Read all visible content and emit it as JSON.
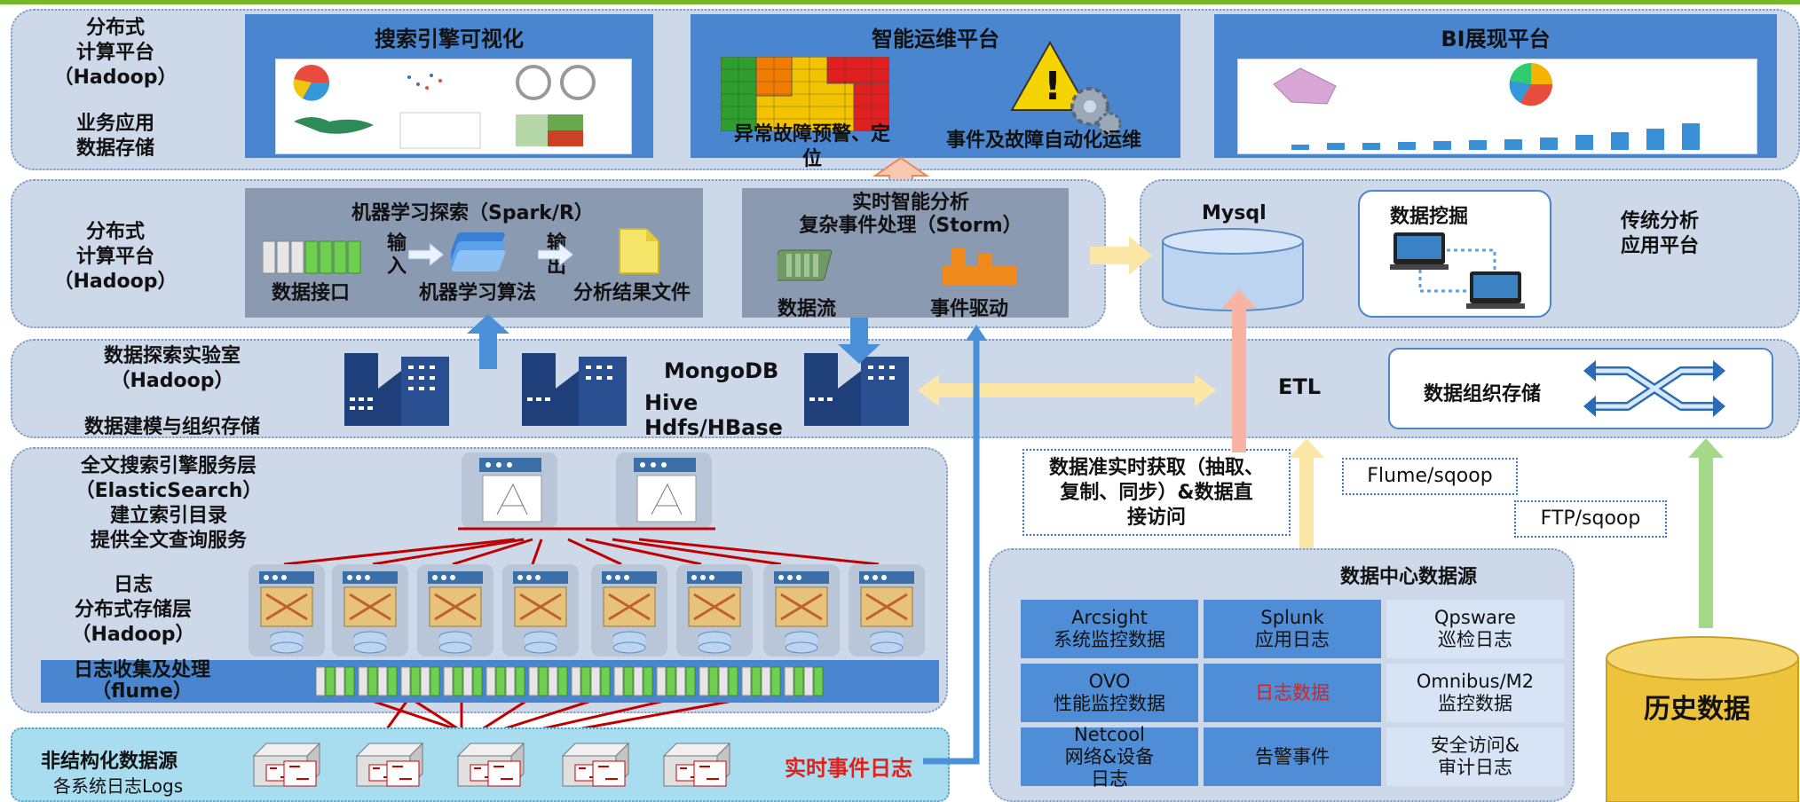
{
  "colors": {
    "accent_green": "#76b82a",
    "panel_blue": "#4a86cf",
    "layer_fill": "#cdd8e8",
    "red_text": "#e0201b",
    "history": "#ecc33a"
  },
  "layer1": {
    "left_label": "分布式\n计算平台\n（Hadoop）",
    "left_label2": "业务应用\n数据存储",
    "search_viz": "搜索引擎可视化",
    "ops_platform": "智能运维平台",
    "ops_caption1": "异常故障预警、定\n位",
    "ops_caption2": "事件及故障自动化运维",
    "bi_platform": "BI展现平台"
  },
  "layer2": {
    "left_label": "分布式\n计算平台\n（Hadoop）",
    "ml_title": "机器学习探索（Spark/R）",
    "data_interface": "数据接口",
    "input": "输\n入",
    "ml_algo": "机器学习算法",
    "output": "输\n出",
    "result_file": "分析结果文件",
    "storm_title": "实时智能分析\n复杂事件处理（Storm）",
    "data_stream": "数据流",
    "event_driven": "事件驱动",
    "mysql": "Mysql",
    "data_mining": "数据挖掘",
    "traditional": "传统分析\n应用平台"
  },
  "layer3": {
    "left_label": "数据探索实验室\n（Hadoop）",
    "left_label2": "数据建模与组织存储",
    "mongodb": "MongoDB",
    "hive": "Hive\nHdfs/HBase",
    "etl": "ETL",
    "data_org": "数据组织存储"
  },
  "layer4": {
    "es_label": "全文搜索引擎服务层\n（ElasticSearch）\n建立索引目录\n提供全文查询服务",
    "log_label": "日志\n分布式存储层\n（Hadoop）",
    "flume_label": "日志收集及处理\n（flume）"
  },
  "layer5": {
    "unstructured": "非结构化数据源",
    "sys_logs": "各系统日志Logs",
    "realtime_log": "实时事件日志"
  },
  "datacenter": {
    "realtime_access": "数据准实时获取（抽取、\n复制、同步）&数据直\n接访问",
    "flume_sqoop": "Flume/sqoop",
    "ftp_sqoop": "FTP/sqoop",
    "title": "数据中心数据源",
    "cells": [
      "Arcsight\n系统监控数据",
      "Splunk\n应用日志",
      "Qpsware\n巡检日志",
      "OVO\n性能监控数据",
      "日志数据",
      "Omnibus/M2\n监控数据",
      "Netcool\n网络&设备\n日志",
      "告警事件",
      "安全访问&\n审计日志"
    ],
    "history": "历史数据"
  }
}
